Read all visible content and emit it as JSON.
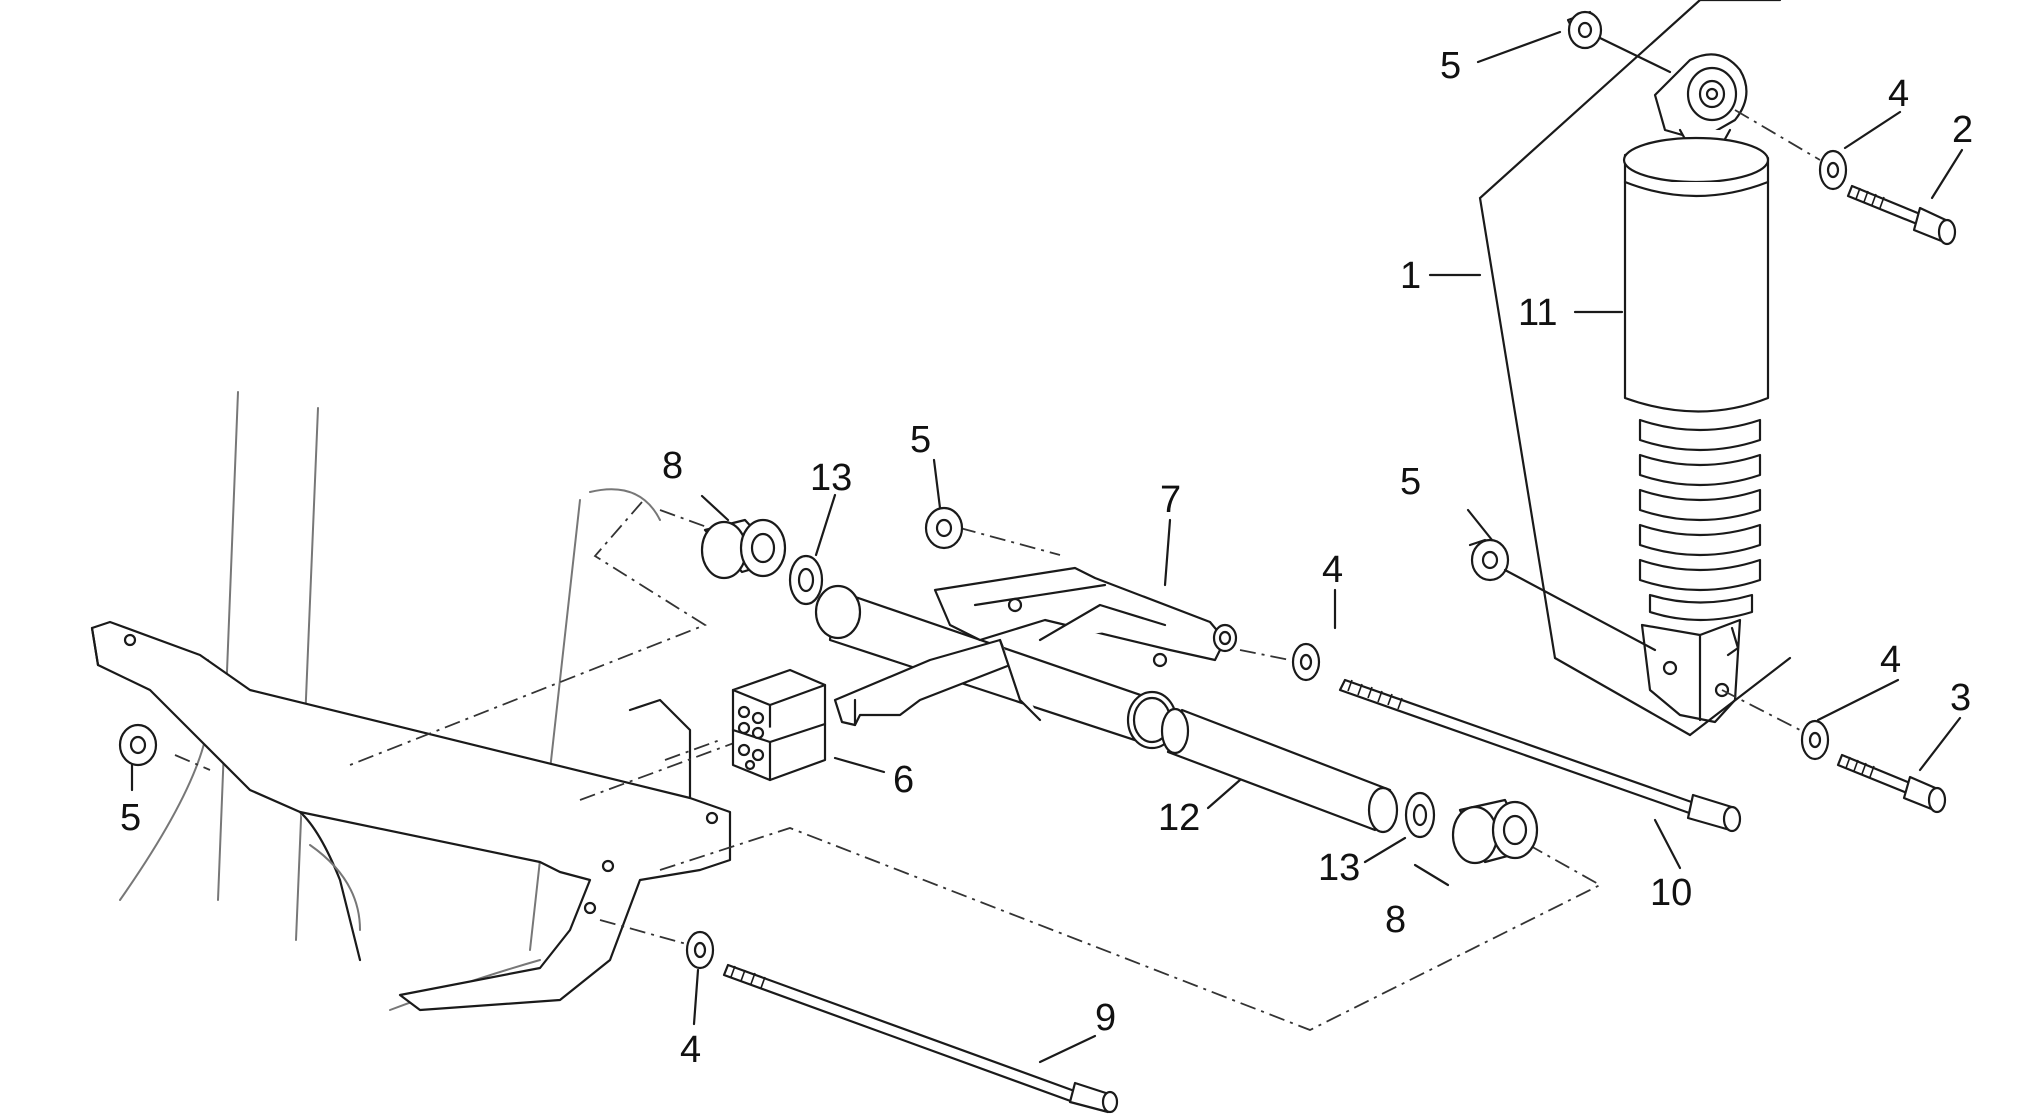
{
  "diagram": {
    "callouts": [
      {
        "id": "c1",
        "text": "1"
      },
      {
        "id": "c2",
        "text": "2"
      },
      {
        "id": "c3",
        "text": "3"
      },
      {
        "id": "c4a",
        "text": "4"
      },
      {
        "id": "c4b",
        "text": "4"
      },
      {
        "id": "c4c",
        "text": "4"
      },
      {
        "id": "c4d",
        "text": "4"
      },
      {
        "id": "c5a",
        "text": "5"
      },
      {
        "id": "c5b",
        "text": "5"
      },
      {
        "id": "c5c",
        "text": "5"
      },
      {
        "id": "c5d",
        "text": "5"
      },
      {
        "id": "c6",
        "text": "6"
      },
      {
        "id": "c7",
        "text": "7"
      },
      {
        "id": "c8a",
        "text": "8"
      },
      {
        "id": "c8b",
        "text": "8"
      },
      {
        "id": "c9",
        "text": "9"
      },
      {
        "id": "c10",
        "text": "10"
      },
      {
        "id": "c11",
        "text": "11"
      },
      {
        "id": "c12",
        "text": "12"
      },
      {
        "id": "c13a",
        "text": "13"
      },
      {
        "id": "c13b",
        "text": "13"
      }
    ],
    "colors": {
      "line": "#1a1a1a",
      "background": "#ffffff",
      "frame_ghost": "#777777"
    }
  }
}
